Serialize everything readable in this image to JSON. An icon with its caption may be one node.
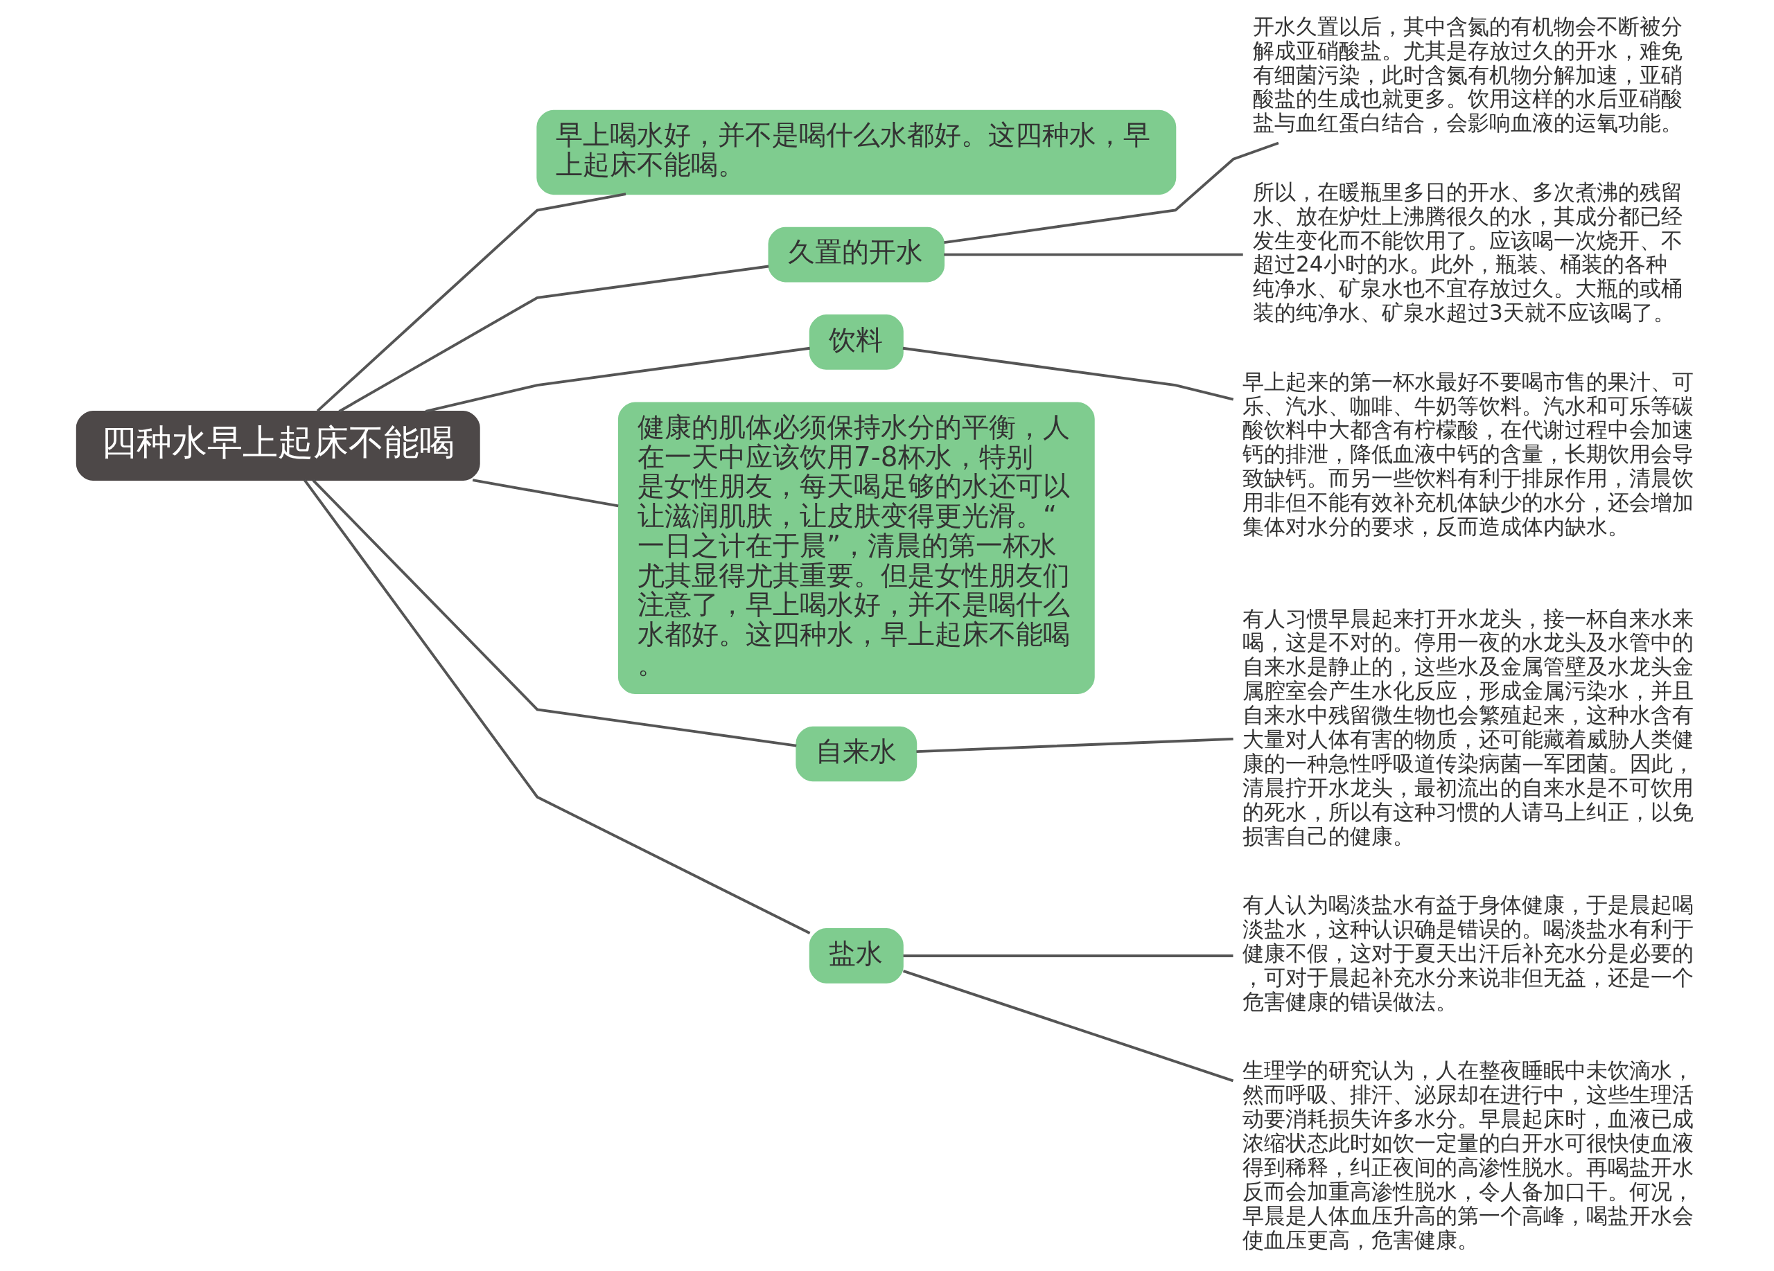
{
  "diagram": {
    "nodes": [
      {
        "text": [
          "四种水早上起床不能喝"
        ]
      },
      {
        "text": [
          "早上喝水好，并不是喝什么水都好。这四种水，早上起床不能喝。"
        ]
      },
      {
        "text": [
          "久置的开水"
        ]
      },
      {
        "text": [
          "开水久置以后，其中含氮的有机物会不断被分解成亚硝酸盐。尤其是存放过久的开水，难免有细菌污染，此时含氮有机物分解加速，亚硝酸盐的生成也就更多。饮用这样的水后亚硝酸盐与血红蛋白结合，会影响血液的运氧功能。"
        ]
      },
      {
        "text": [
          "所以，在暖瓶里多日的开水、多次煮沸的残留水、放在炉灶上沸腾很久的水，其成分都已经发生变化而不能饮用了。应该喝一次烧开、不超过24小时的水。此外，瓶装、桶装的各种纯净水、矿泉水也不宜存放过久。大瓶的或桶装的纯净水、矿泉水超过3天就不应该喝了。"
        ]
      },
      {
        "text": [
          "饮料"
        ]
      },
      {
        "text": [
          "早上起来的第一杯水最好不要喝市售的果汁、可乐、汽水、咖啡、牛奶等饮料。汽水和可乐等碳酸饮料中大都含有柠檬酸，在代谢过程中会加速钙的排泄，降低血液中钙的含量，长期饮用会导致缺钙。而另一些饮料有利于排尿作用，清晨饮用非但不能有效补充机体缺少的水分，还会增加集体对水分的要求，反而造成体内缺水。"
        ]
      },
      {
        "text": [
          "健康的肌体必须保持水分的平衡，人在一天中应该饮用7-8杯水，特别是女性朋友，每天喝足够的水还可以让滋润肌肤，让皮肤变得更光滑。“一日之计在于晨”，清晨的第一杯水尤其显得尤其重要。但是女性朋友们注意了，早上喝水好，并不是喝什么水都好。这四种水，早上起床不能喝。"
        ]
      },
      {
        "text": [
          "自来水"
        ]
      },
      {
        "text": [
          "有人习惯早晨起来打开水龙头，接一杯自来水来喝，这是不对的。停用一夜的水龙头及水管中的自来水是静止的，这些水及金属管壁及水龙头金属腔室会产生水化反应，形成金属污染水，并且自来水中残留微生物也会繁殖起来，这种水含有大量对人体有害的物质，还可能藏着威胁人类健康的一种急性呼吸道传染病菌—军团菌。因此，清晨拧开水龙头，最初流出的自来水是不可饮用的死水，所以有这种习惯的人请马上纠正，以免损害自己的健康。"
        ]
      },
      {
        "text": [
          "盐水"
        ]
      },
      {
        "text": [
          "有人认为喝淡盐水有益于身体健康，于是晨起喝淡盐水，这种认识确是错误的。喝淡盐水有利于健康不假，这对于夏天出汗后补充水分是必要的，可对于晨起补充水分来说非但无益，还是一个危害健康的错误做法。"
        ]
      },
      {
        "text": [
          "生理学的研究认为，人在整夜睡眠中未饮滴水，然而呼吸、排汗、泌尿却在进行中，这些生理活动要消耗损失许多水分。早晨起床时，血液已成浓缩状态此时如饮一定量的白开水可很快使血液得到稀释，纠正夜间的高渗性脱水。再喝盐开水反而会加重高渗性脱水，令人备加口干。何况，早晨是人体血压升高的第一个高峰，喝盐开水会使血压更高，危害健康。"
        ]
      }
    ],
    "edges": [
      {
        "from": 0,
        "to": 1,
        "arrow": "none"
      },
      {
        "from": 0,
        "to": 2,
        "arrow": "none"
      },
      {
        "from": 2,
        "to": 3,
        "arrow": "none"
      },
      {
        "from": 2,
        "to": 4,
        "arrow": "none"
      },
      {
        "from": 0,
        "to": 5,
        "arrow": "none"
      },
      {
        "from": 5,
        "to": 6,
        "arrow": "none"
      },
      {
        "from": 0,
        "to": 7,
        "arrow": "none"
      },
      {
        "from": 0,
        "to": 8,
        "arrow": "none"
      },
      {
        "from": 8,
        "to": 9,
        "arrow": "none"
      },
      {
        "from": 0,
        "to": 10,
        "arrow": "none"
      },
      {
        "from": 10,
        "to": 11,
        "arrow": "none"
      },
      {
        "from": 10,
        "to": 12,
        "arrow": "none"
      }
    ]
  }
}
